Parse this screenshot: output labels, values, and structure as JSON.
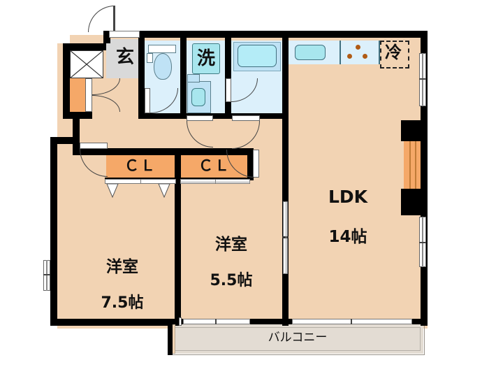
{
  "plan": {
    "type": "japanese-floor-plan",
    "rooms": [
      {
        "id": "ldk",
        "label": "LDK",
        "size": "14帖",
        "name": "Living Dining Kitchen"
      },
      {
        "id": "washitsu1",
        "label": "洋室",
        "size": "7.5帖",
        "name": "Western Room 7.5"
      },
      {
        "id": "washitsu2",
        "label": "洋室",
        "size": "5.5帖",
        "name": "Western Room 5.5"
      }
    ],
    "labels": {
      "ldk_name": "LDK",
      "ldk_size": "14帖",
      "room_a_name": "洋室",
      "room_a_size": "7.5帖",
      "room_b_name": "洋室",
      "room_b_size": "5.5帖",
      "closet_1": "ＣＬ",
      "closet_2": "ＣＬ",
      "genkan": "玄",
      "washer": "洗",
      "fridge": "冷",
      "balcony": "バルコニー"
    },
    "colors": {
      "room_fill": "#f2d3b3",
      "wet_fill": "#dcf0fb",
      "closet_fill": "#f5a868",
      "balcony_fill": "#e3dcd3",
      "genkan_fill": "#d9d9d9",
      "tub_fill": "#b4ecf7",
      "wall": "#000000",
      "text": "#111111",
      "burner": "#b05a14"
    },
    "fixtures": [
      {
        "name": "toilet",
        "label": ""
      },
      {
        "name": "bathtub",
        "label": ""
      },
      {
        "name": "washbasin",
        "label": ""
      },
      {
        "name": "kitchen-sink",
        "label": ""
      },
      {
        "name": "stove",
        "label": "",
        "burners": 3
      },
      {
        "name": "refrigerator",
        "label": "冷"
      },
      {
        "name": "shoe-box",
        "label": ""
      }
    ]
  }
}
